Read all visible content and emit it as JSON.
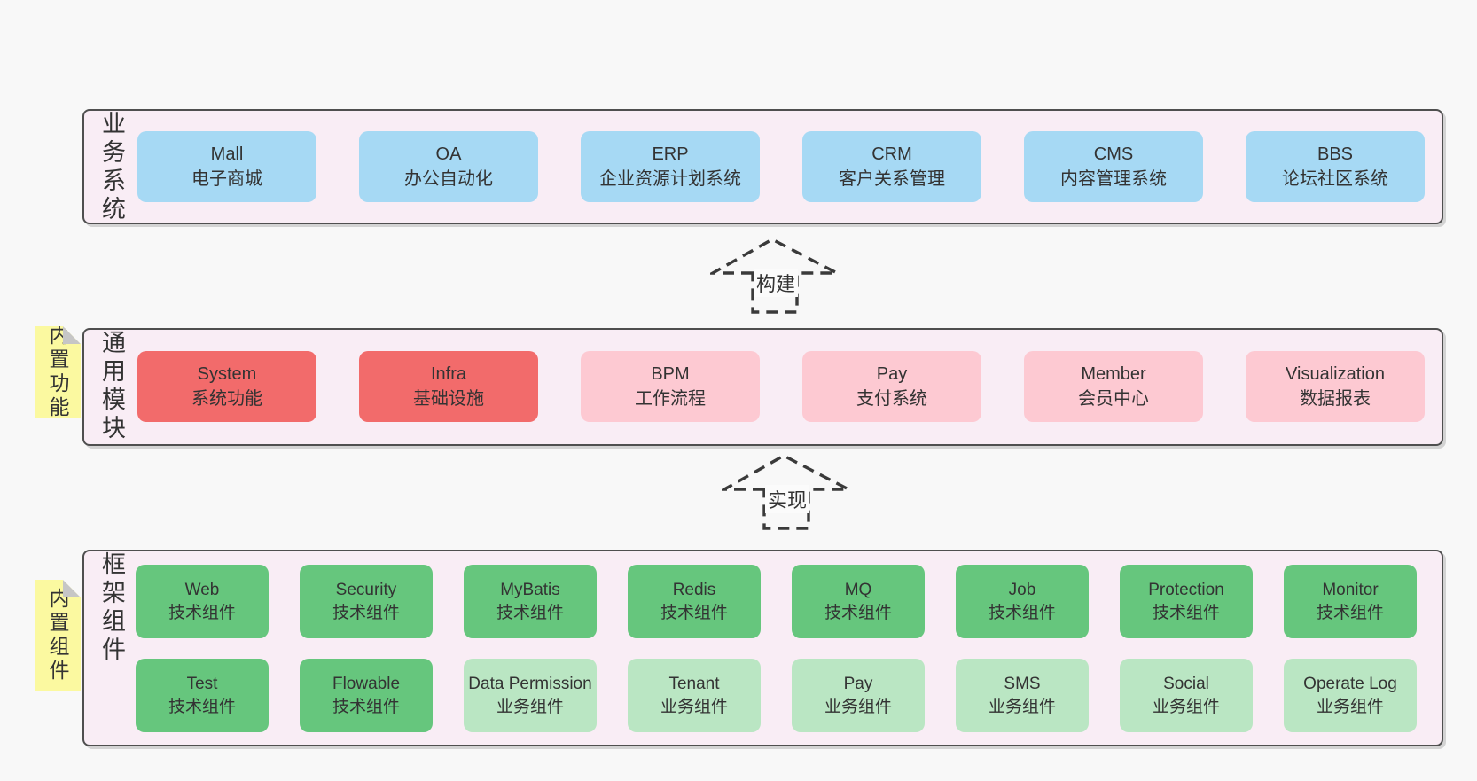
{
  "colors": {
    "page_bg": "#f8f8f8",
    "band_bg": "#f9edf5",
    "band_border": "#4f4f4f",
    "box_blue": "#a6d9f4",
    "box_red": "#f26b6b",
    "box_pink": "#fdc9d2",
    "box_green": "#66c67d",
    "box_green_light": "#bae6c3",
    "sticky_yellow": "#fbf9a0",
    "sticky_fold": "#c6c6c6",
    "text": "#333333"
  },
  "bands": [
    {
      "label": "业务系统",
      "boxes": [
        {
          "title": "Mall",
          "subtitle": "电子商城"
        },
        {
          "title": "OA",
          "subtitle": "办公自动化"
        },
        {
          "title": "ERP",
          "subtitle": "企业资源计划系统"
        },
        {
          "title": "CRM",
          "subtitle": "客户关系管理"
        },
        {
          "title": "CMS",
          "subtitle": "内容管理系统"
        },
        {
          "title": "BBS",
          "subtitle": "论坛社区系统"
        }
      ]
    },
    {
      "label": "通用模块",
      "sticky": "内置功能",
      "boxes": [
        {
          "title": "System",
          "subtitle": "系统功能"
        },
        {
          "title": "Infra",
          "subtitle": "基础设施"
        },
        {
          "title": "BPM",
          "subtitle": "工作流程"
        },
        {
          "title": "Pay",
          "subtitle": "支付系统"
        },
        {
          "title": "Member",
          "subtitle": "会员中心"
        },
        {
          "title": "Visualization",
          "subtitle": "数据报表"
        }
      ]
    },
    {
      "label": "框架组件",
      "sticky": "内置组件",
      "rows": [
        [
          {
            "title": "Web",
            "subtitle": "技术组件"
          },
          {
            "title": "Security",
            "subtitle": "技术组件"
          },
          {
            "title": "MyBatis",
            "subtitle": "技术组件"
          },
          {
            "title": "Redis",
            "subtitle": "技术组件"
          },
          {
            "title": "MQ",
            "subtitle": "技术组件"
          },
          {
            "title": "Job",
            "subtitle": "技术组件"
          },
          {
            "title": "Protection",
            "subtitle": "技术组件"
          },
          {
            "title": "Monitor",
            "subtitle": "技术组件"
          }
        ],
        [
          {
            "title": "Test",
            "subtitle": "技术组件"
          },
          {
            "title": "Flowable",
            "subtitle": "技术组件"
          },
          {
            "title": "Data Permission",
            "subtitle": "业务组件"
          },
          {
            "title": "Tenant",
            "subtitle": "业务组件"
          },
          {
            "title": "Pay",
            "subtitle": "业务组件"
          },
          {
            "title": "SMS",
            "subtitle": "业务组件"
          },
          {
            "title": "Social",
            "subtitle": "业务组件"
          },
          {
            "title": "Operate Log",
            "subtitle": "业务组件"
          }
        ]
      ]
    }
  ],
  "arrows": [
    {
      "label": "构建"
    },
    {
      "label": "实现"
    }
  ]
}
